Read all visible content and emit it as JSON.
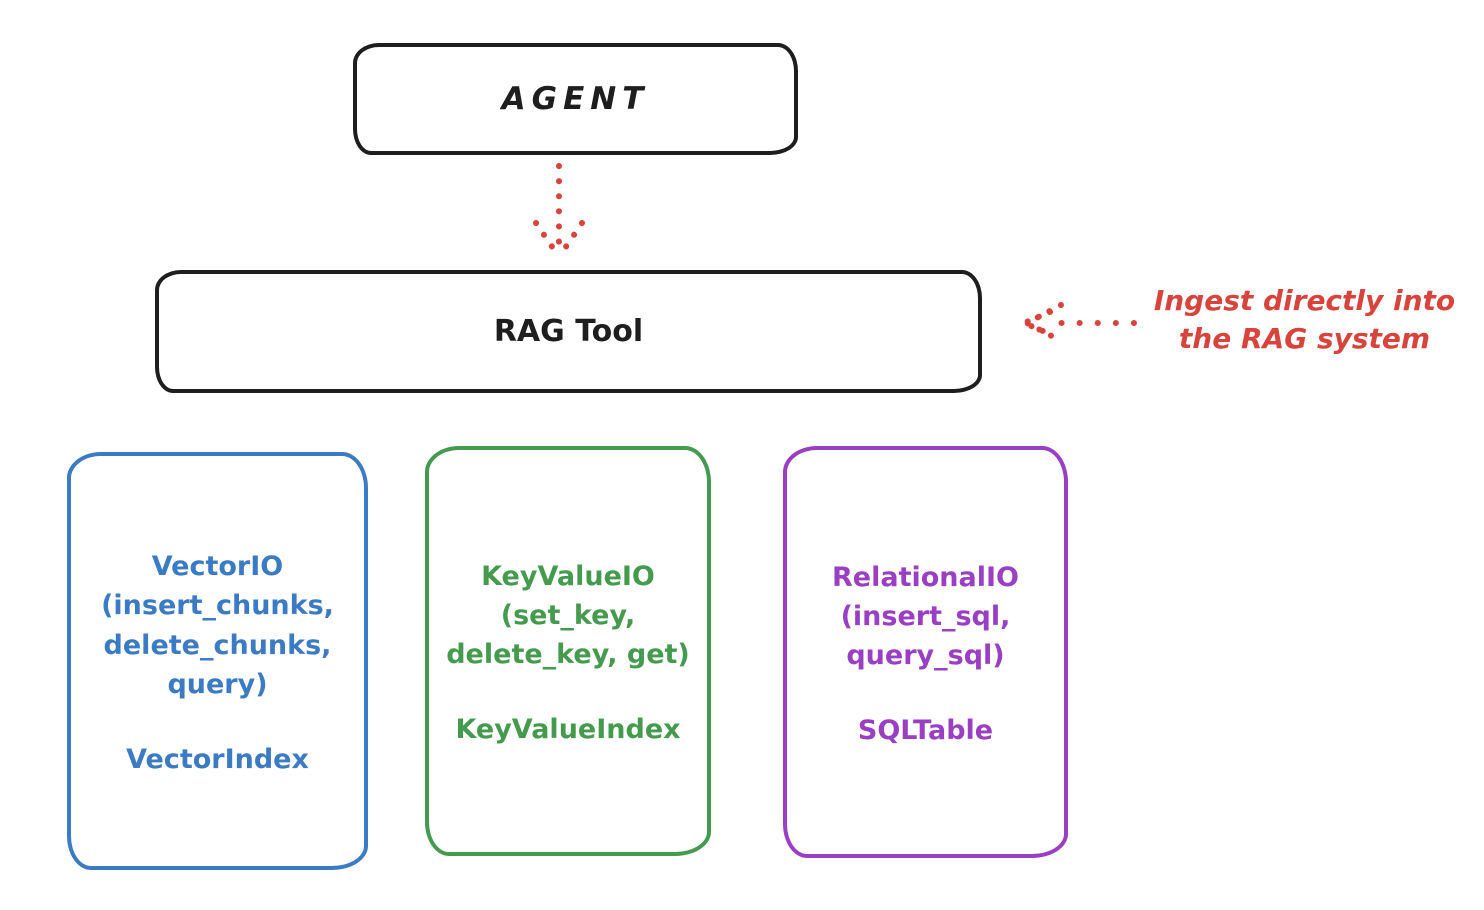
{
  "diagram": {
    "agent": {
      "label": "AGENT"
    },
    "rag_tool": {
      "label": "RAG Tool"
    },
    "annotation": {
      "line1": "Ingest directly into",
      "line2": "the RAG system"
    },
    "io_boxes": [
      {
        "name": "vector-io",
        "color": "#3b7bc4",
        "lines": [
          "VectorIO",
          "(insert_chunks,",
          "delete_chunks,",
          "query)"
        ],
        "index_label": "VectorIndex"
      },
      {
        "name": "keyvalue-io",
        "color": "#449b4e",
        "lines": [
          "KeyValueIO",
          "(set_key,",
          "delete_key, get)"
        ],
        "index_label": "KeyValueIndex"
      },
      {
        "name": "relational-io",
        "color": "#9a3fc3",
        "lines": [
          "RelationalIO",
          "(insert_sql,",
          "query_sql)"
        ],
        "index_label": "SQLTable"
      }
    ],
    "colors": {
      "stroke": "#1e1e1e",
      "red": "#d8443c",
      "blue": "#3b7bc4",
      "green": "#449b4e",
      "purple": "#9a3fc3",
      "background": "#ffffff"
    }
  }
}
